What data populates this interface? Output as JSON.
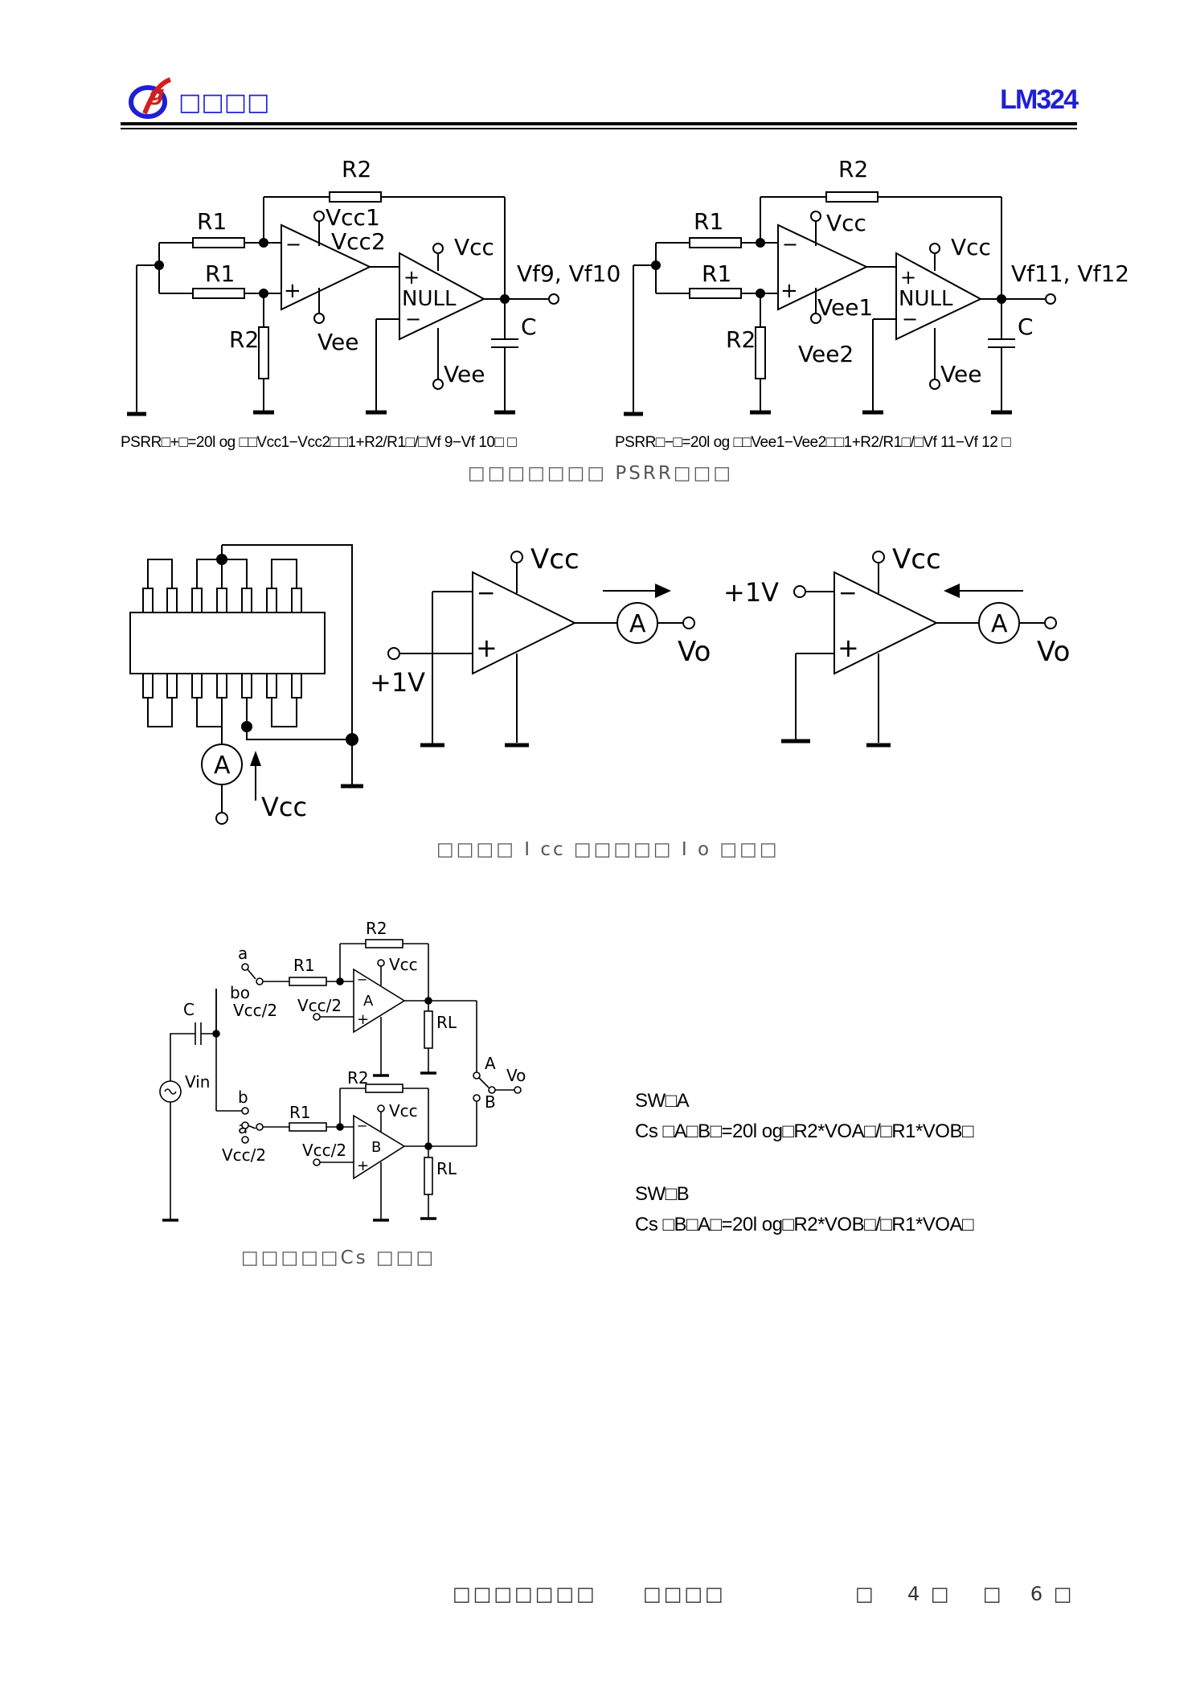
{
  "header": {
    "brand_text": "□□□□",
    "part_number": "LM324"
  },
  "fig1": {
    "labels": {
      "r1": "R1",
      "r2": "R2",
      "c": "C",
      "vcc": "Vcc",
      "vee": "Vee",
      "vcc1": "Vcc1",
      "vcc2": "Vcc2",
      "vee1": "Vee1",
      "vee2": "Vee2",
      "null": "NULL",
      "plus": "+",
      "minus": "−",
      "out_left": "Vf9, Vf10",
      "out_right": "Vf11, Vf12"
    },
    "eq_left": "PSRR□+□=20l og  □□Vcc1−Vcc2□□1+R2/R1□/□Vf 9−Vf 10□    □",
    "eq_right": "PSRR□−□=20l og  □□Vee1−Vee2□□1+R2/R1□/□Vf 11−Vf 12   □",
    "caption": "□□□□□□□ PSRR□□□"
  },
  "fig2": {
    "labels": {
      "a": "A",
      "vcc": "Vcc",
      "vo": "Vo",
      "plus1v": "+1V",
      "plus": "+",
      "minus": "−"
    },
    "caption": "□□□□ I cc □□□□□ I o □□□"
  },
  "fig3": {
    "labels": {
      "r1": "R1",
      "r2": "R2",
      "rl": "RL",
      "c": "C",
      "vin": "Vin",
      "vcc": "Vcc",
      "vcc2": "Vcc/2",
      "a": "a",
      "b": "b",
      "bo": "bo",
      "amp_a": "A",
      "amp_b": "B",
      "sw_a": "A",
      "sw_b": "B",
      "vo": "Vo",
      "plus": "+",
      "minus": "−"
    },
    "caption": "□□□□□Cs □□□",
    "formulas": {
      "sw_a": "SW□A",
      "cs_ab": "Cs □A□B□=20l og□R2*VOA□/□R1*VOB□",
      "sw_b": "SW□B",
      "cs_ba": "Cs □B□A□=20l og□R2*VOB□/□R1*VOA□"
    }
  },
  "footer": {
    "left": "□□□□□□□",
    "center": "□□□□",
    "page_prefix": "□",
    "page_current": "4",
    "page_mid": "□",
    "page_sep": "□",
    "page_total": "6",
    "page_end": "□"
  }
}
